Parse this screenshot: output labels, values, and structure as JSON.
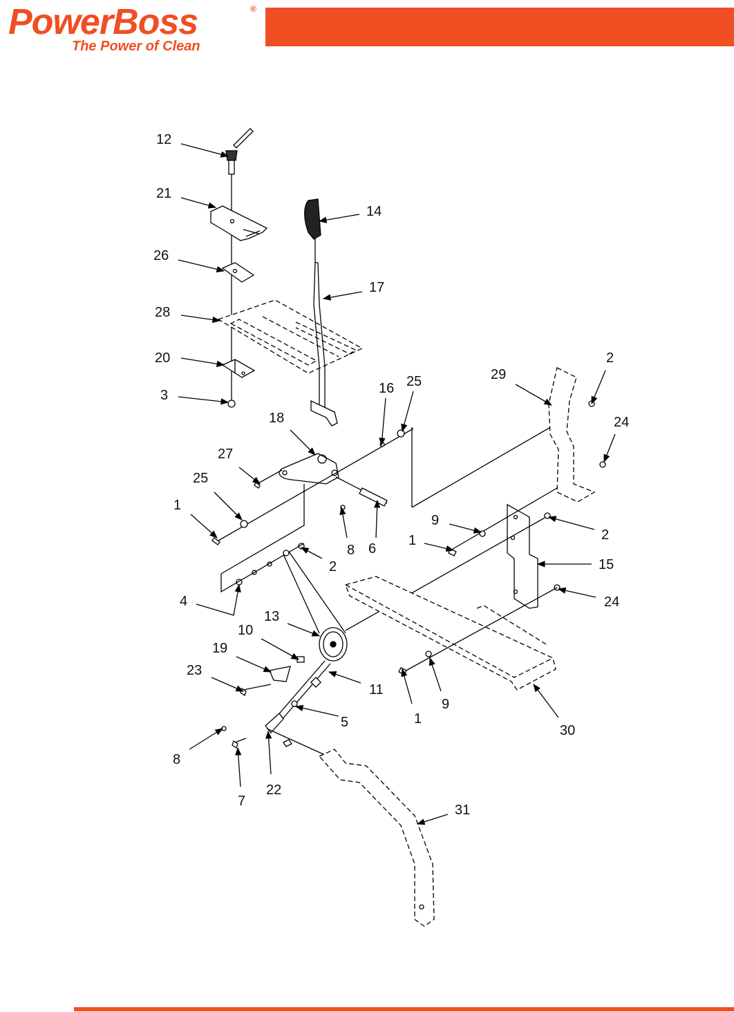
{
  "brand": {
    "name": "PowerBoss",
    "registered": "®",
    "tagline": "The Power of Clean",
    "accent_color": "#f04e23"
  },
  "callouts": [
    {
      "id": "c12a",
      "label": "12"
    },
    {
      "id": "c21",
      "label": "21"
    },
    {
      "id": "c14",
      "label": "14"
    },
    {
      "id": "c26",
      "label": "26"
    },
    {
      "id": "c17",
      "label": "17"
    },
    {
      "id": "c28",
      "label": "28"
    },
    {
      "id": "c20",
      "label": "20"
    },
    {
      "id": "c2a",
      "label": "2"
    },
    {
      "id": "c29",
      "label": "29"
    },
    {
      "id": "c16",
      "label": "16"
    },
    {
      "id": "c25a",
      "label": "25"
    },
    {
      "id": "c3",
      "label": "3"
    },
    {
      "id": "c24a",
      "label": "24"
    },
    {
      "id": "c18",
      "label": "18"
    },
    {
      "id": "c27",
      "label": "27"
    },
    {
      "id": "c25b",
      "label": "25"
    },
    {
      "id": "c1a",
      "label": "1"
    },
    {
      "id": "c9a",
      "label": "9"
    },
    {
      "id": "c2b",
      "label": "2"
    },
    {
      "id": "c1b",
      "label": "1"
    },
    {
      "id": "c8a",
      "label": "8"
    },
    {
      "id": "c6",
      "label": "6"
    },
    {
      "id": "c2c",
      "label": "2"
    },
    {
      "id": "c15",
      "label": "15"
    },
    {
      "id": "c4",
      "label": "4"
    },
    {
      "id": "c24b",
      "label": "24"
    },
    {
      "id": "c13",
      "label": "13"
    },
    {
      "id": "c10",
      "label": "10"
    },
    {
      "id": "c19",
      "label": "19"
    },
    {
      "id": "c23",
      "label": "23"
    },
    {
      "id": "c11",
      "label": "11"
    },
    {
      "id": "c9b",
      "label": "9"
    },
    {
      "id": "c5",
      "label": "5"
    },
    {
      "id": "c1c",
      "label": "1"
    },
    {
      "id": "c30",
      "label": "30"
    },
    {
      "id": "c8b",
      "label": "8"
    },
    {
      "id": "c22",
      "label": "22"
    },
    {
      "id": "c7",
      "label": "7"
    },
    {
      "id": "c31",
      "label": "31"
    }
  ]
}
